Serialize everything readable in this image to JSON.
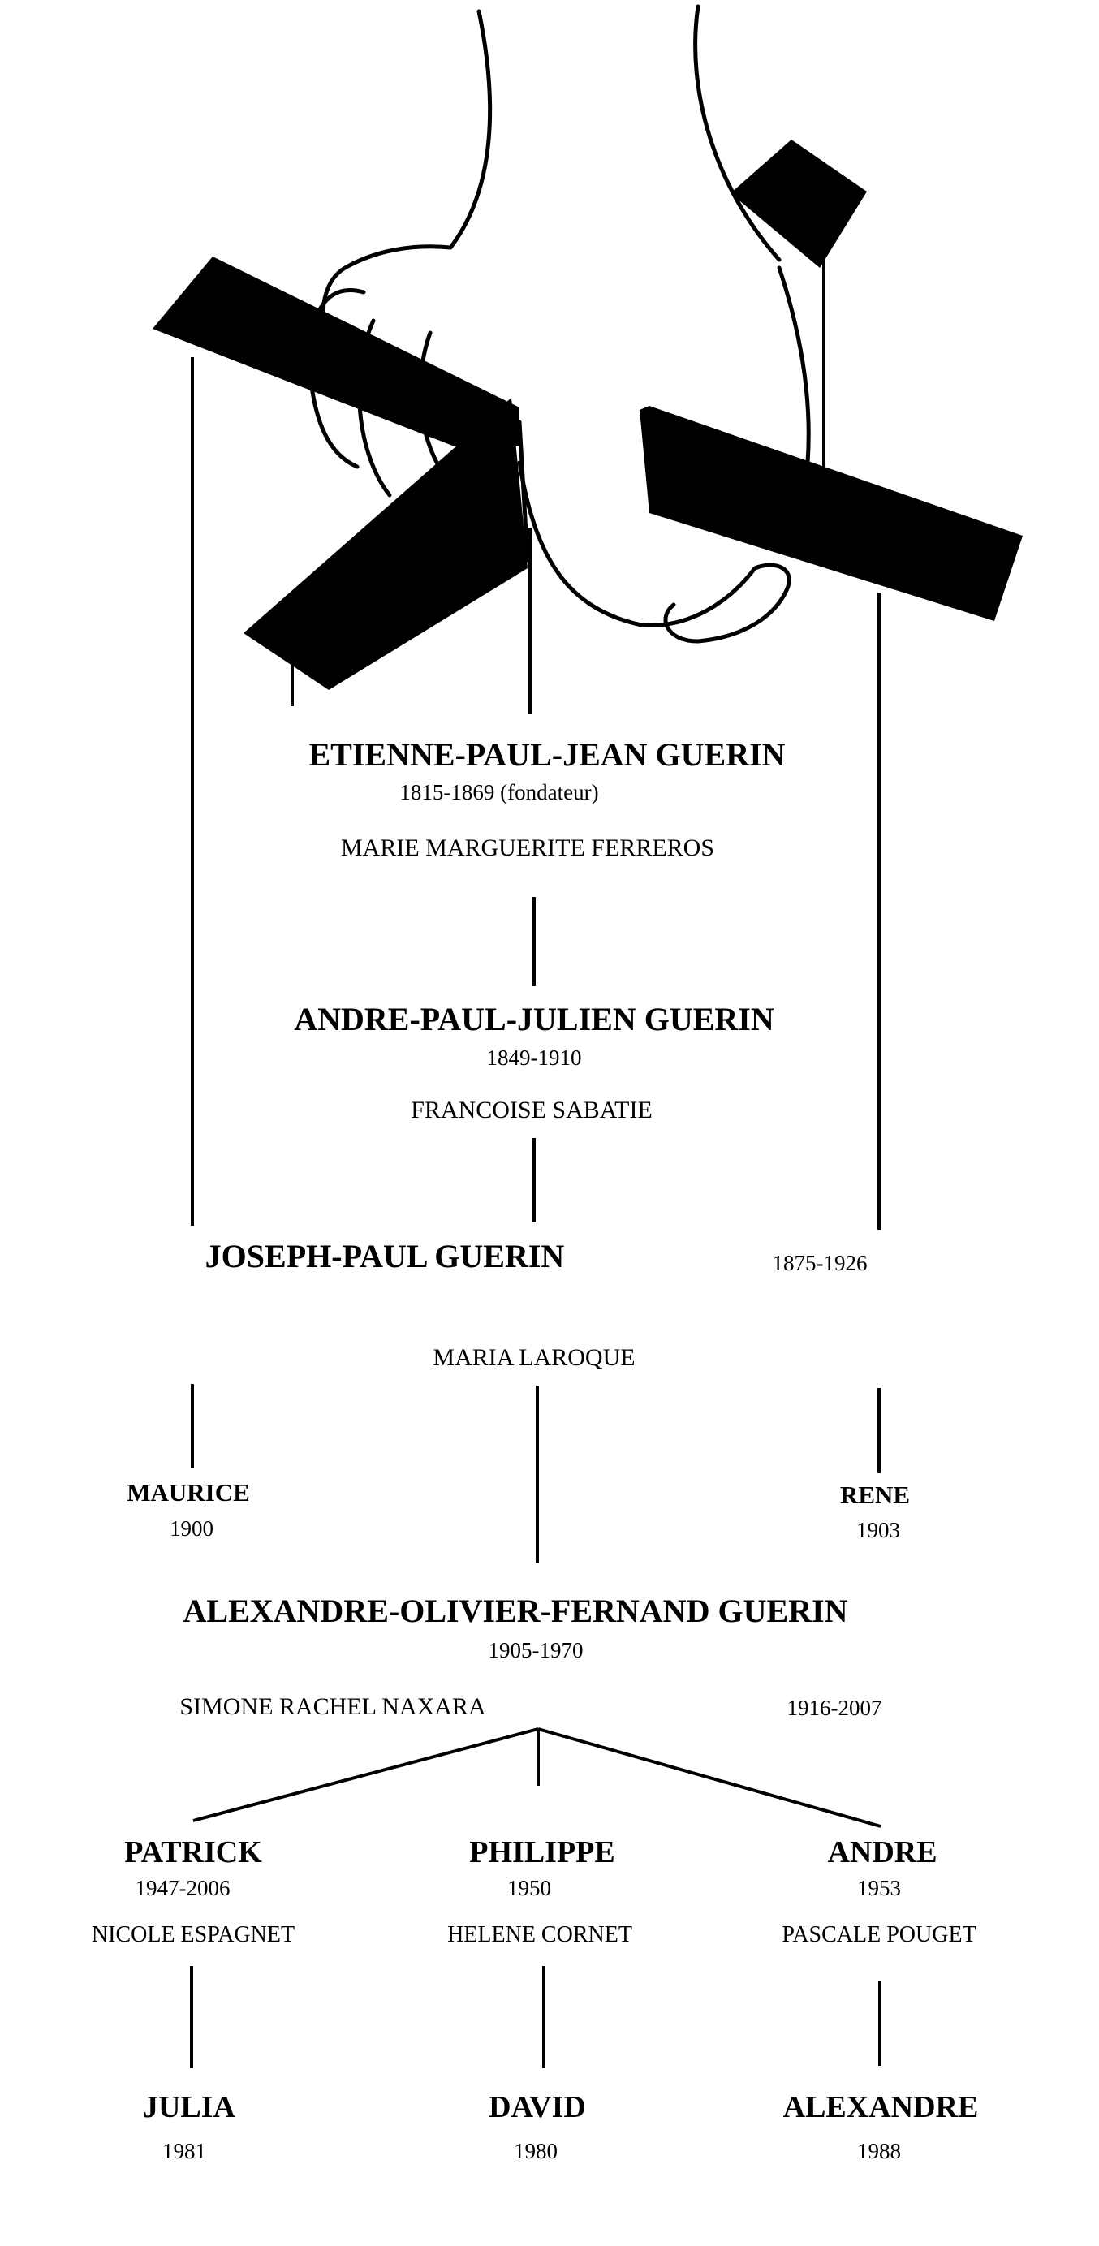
{
  "founder": {
    "name": "ETIENNE-PAUL-JEAN GUERIN",
    "dates": "1815-1869 (fondateur)",
    "spouse": "MARIE MARGUERITE FERREROS"
  },
  "gen2": {
    "name": "ANDRE-PAUL-JULIEN GUERIN",
    "dates": "1849-1910",
    "spouse": "FRANCOISE SABATIE"
  },
  "gen3": {
    "name": "JOSEPH-PAUL GUERIN",
    "dates": "1875-1926",
    "spouse": "MARIA LAROQUE"
  },
  "gen4": {
    "left": {
      "name": "MAURICE",
      "dates": "1900"
    },
    "right": {
      "name": "RENE",
      "dates": "1903"
    },
    "main": {
      "name": "ALEXANDRE-OLIVIER-FERNAND GUERIN",
      "dates": "1905-1970",
      "spouse": "SIMONE RACHEL NAXARA",
      "spouse_dates": "1916-2007"
    }
  },
  "gen5": [
    {
      "name": "PATRICK",
      "dates": "1947-2006",
      "spouse": "NICOLE ESPAGNET"
    },
    {
      "name": "PHILIPPE",
      "dates": "1950",
      "spouse": "HELENE CORNET"
    },
    {
      "name": "ANDRE",
      "dates": "1953",
      "spouse": "PASCALE POUGET"
    }
  ],
  "gen6": [
    {
      "name": "JULIA",
      "dates": "1981"
    },
    {
      "name": "DAVID",
      "dates": "1980"
    },
    {
      "name": "ALEXANDRE",
      "dates": "1988"
    }
  ]
}
